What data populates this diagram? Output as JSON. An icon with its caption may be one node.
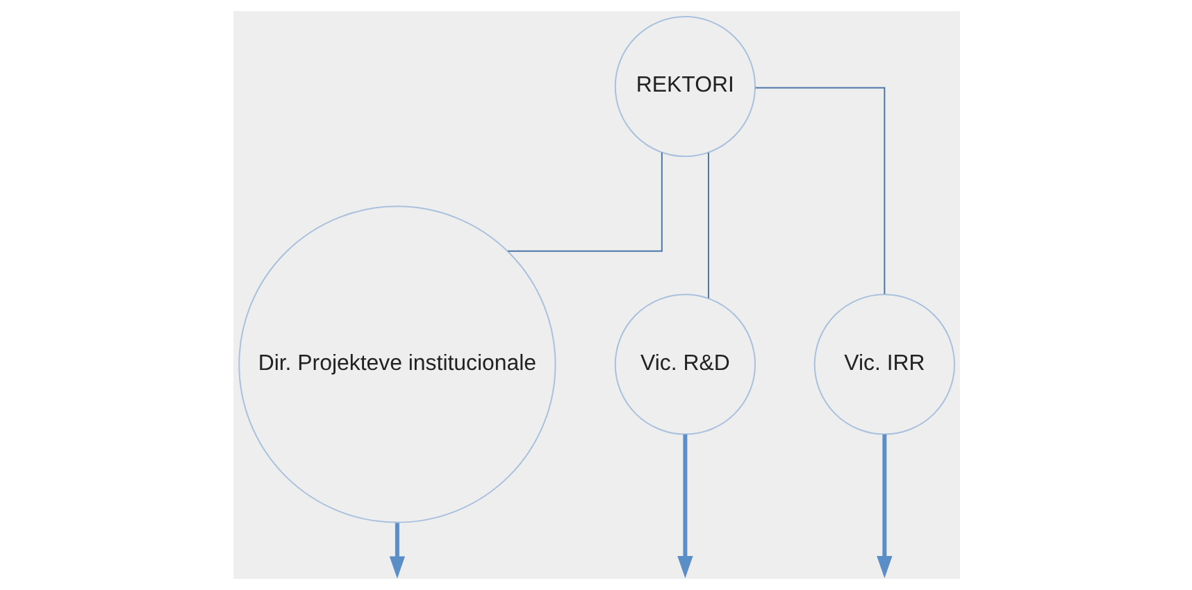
{
  "diagram": {
    "nodes": [
      {
        "text": [
          "REKTORI"
        ]
      },
      {
        "text": [
          "Dir. Projekteve institucionale"
        ]
      },
      {
        "text": [
          "Vic. R&D"
        ]
      },
      {
        "text": [
          "Vic. IRR"
        ]
      }
    ],
    "edges": [
      {
        "from": 0,
        "to": 1,
        "arrow": "none"
      },
      {
        "from": 0,
        "to": 2,
        "arrow": "none"
      },
      {
        "from": 0,
        "to": 3,
        "arrow": "none"
      },
      {
        "from": 1,
        "to": null,
        "arrow": "to",
        "style": "thick",
        "color": "#5b8ec6"
      },
      {
        "from": 2,
        "to": null,
        "arrow": "to",
        "style": "thick",
        "color": "#5b8ec6"
      },
      {
        "from": 3,
        "to": null,
        "arrow": "to",
        "style": "thick",
        "color": "#5b8ec6"
      }
    ]
  }
}
